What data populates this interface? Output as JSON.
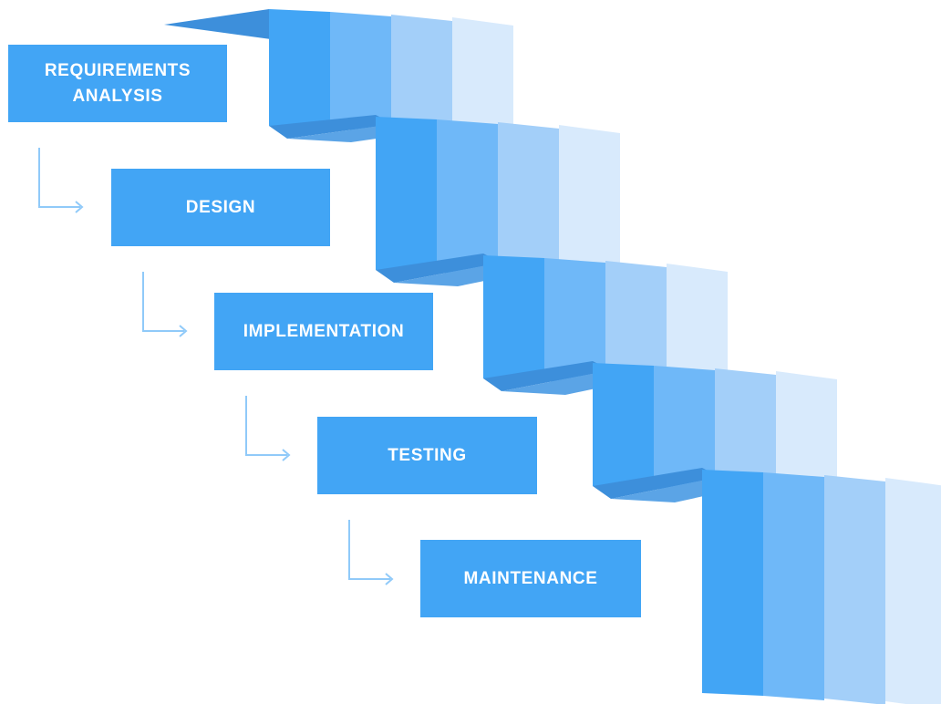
{
  "phases": [
    {
      "label": "REQUIREMENTS\nANALYSIS"
    },
    {
      "label": "DESIGN"
    },
    {
      "label": "IMPLEMENTATION"
    },
    {
      "label": "TESTING"
    },
    {
      "label": "MAINTENANCE"
    }
  ],
  "colors": {
    "box": "#42a5f5",
    "box_text": "#ffffff",
    "arrow": "#90caf9",
    "step_shades": [
      "#42a5f5",
      "#6fb8f8",
      "#a3cff9",
      "#d8eafc"
    ],
    "step_top": "#3d8fdb",
    "step_top_light": "#5ba4e6"
  },
  "icons": {
    "connector": "elbow-arrow-right-icon"
  }
}
